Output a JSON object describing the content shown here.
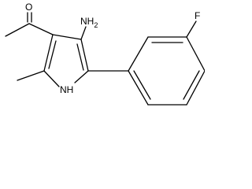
{
  "molecule": {
    "atom_labels": {
      "carbonyl_oxygen": "O",
      "amino": "NH",
      "amino_subscript": "2",
      "ring_nh": "NH",
      "fluorine": "F"
    },
    "colors": {
      "bond": "#000000",
      "text": "#000000",
      "background": "#ffffff"
    }
  }
}
